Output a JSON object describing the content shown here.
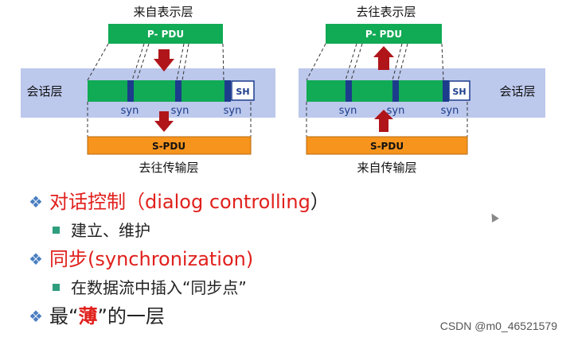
{
  "left_panel": {
    "top_label": "来自表示层",
    "pdu_label": "P- PDU",
    "layer_label": "会话层",
    "sh_label": "SH",
    "syn_labels": [
      "syn",
      "syn",
      "syn"
    ],
    "spdu_label": "S-PDU",
    "bottom_label": "去往传输层"
  },
  "right_panel": {
    "top_label": "去往表示层",
    "pdu_label": "P- PDU",
    "layer_label": "会话层",
    "sh_label": "SH",
    "syn_labels": [
      "syn",
      "syn",
      "syn"
    ],
    "spdu_label": "S-PDU",
    "bottom_label": "来自传输层"
  },
  "bullets": {
    "b1_cn": "对话控制（",
    "b1_en": "dialog controlling",
    "b1_end": "）",
    "b1_sub": "建立、维护",
    "b2_cn": "同步",
    "b2_en": "(synchronization)",
    "b2_sub": "在数据流中插入“同步点”",
    "b3_pre": "最“",
    "b3_em": "薄",
    "b3_post": "”的一层"
  },
  "bullet_icon": "diamond-bullet-icon",
  "sub_icon": "square-bullet-icon",
  "watermark": "CSDN @m0_46521579",
  "colors": {
    "green": "#11aa55",
    "orange": "#f7941d",
    "band": "#bcc8ec",
    "syn_blue": "#1c3c8c",
    "arrow_red": "#b0151a",
    "text_red": "#e0201c"
  }
}
